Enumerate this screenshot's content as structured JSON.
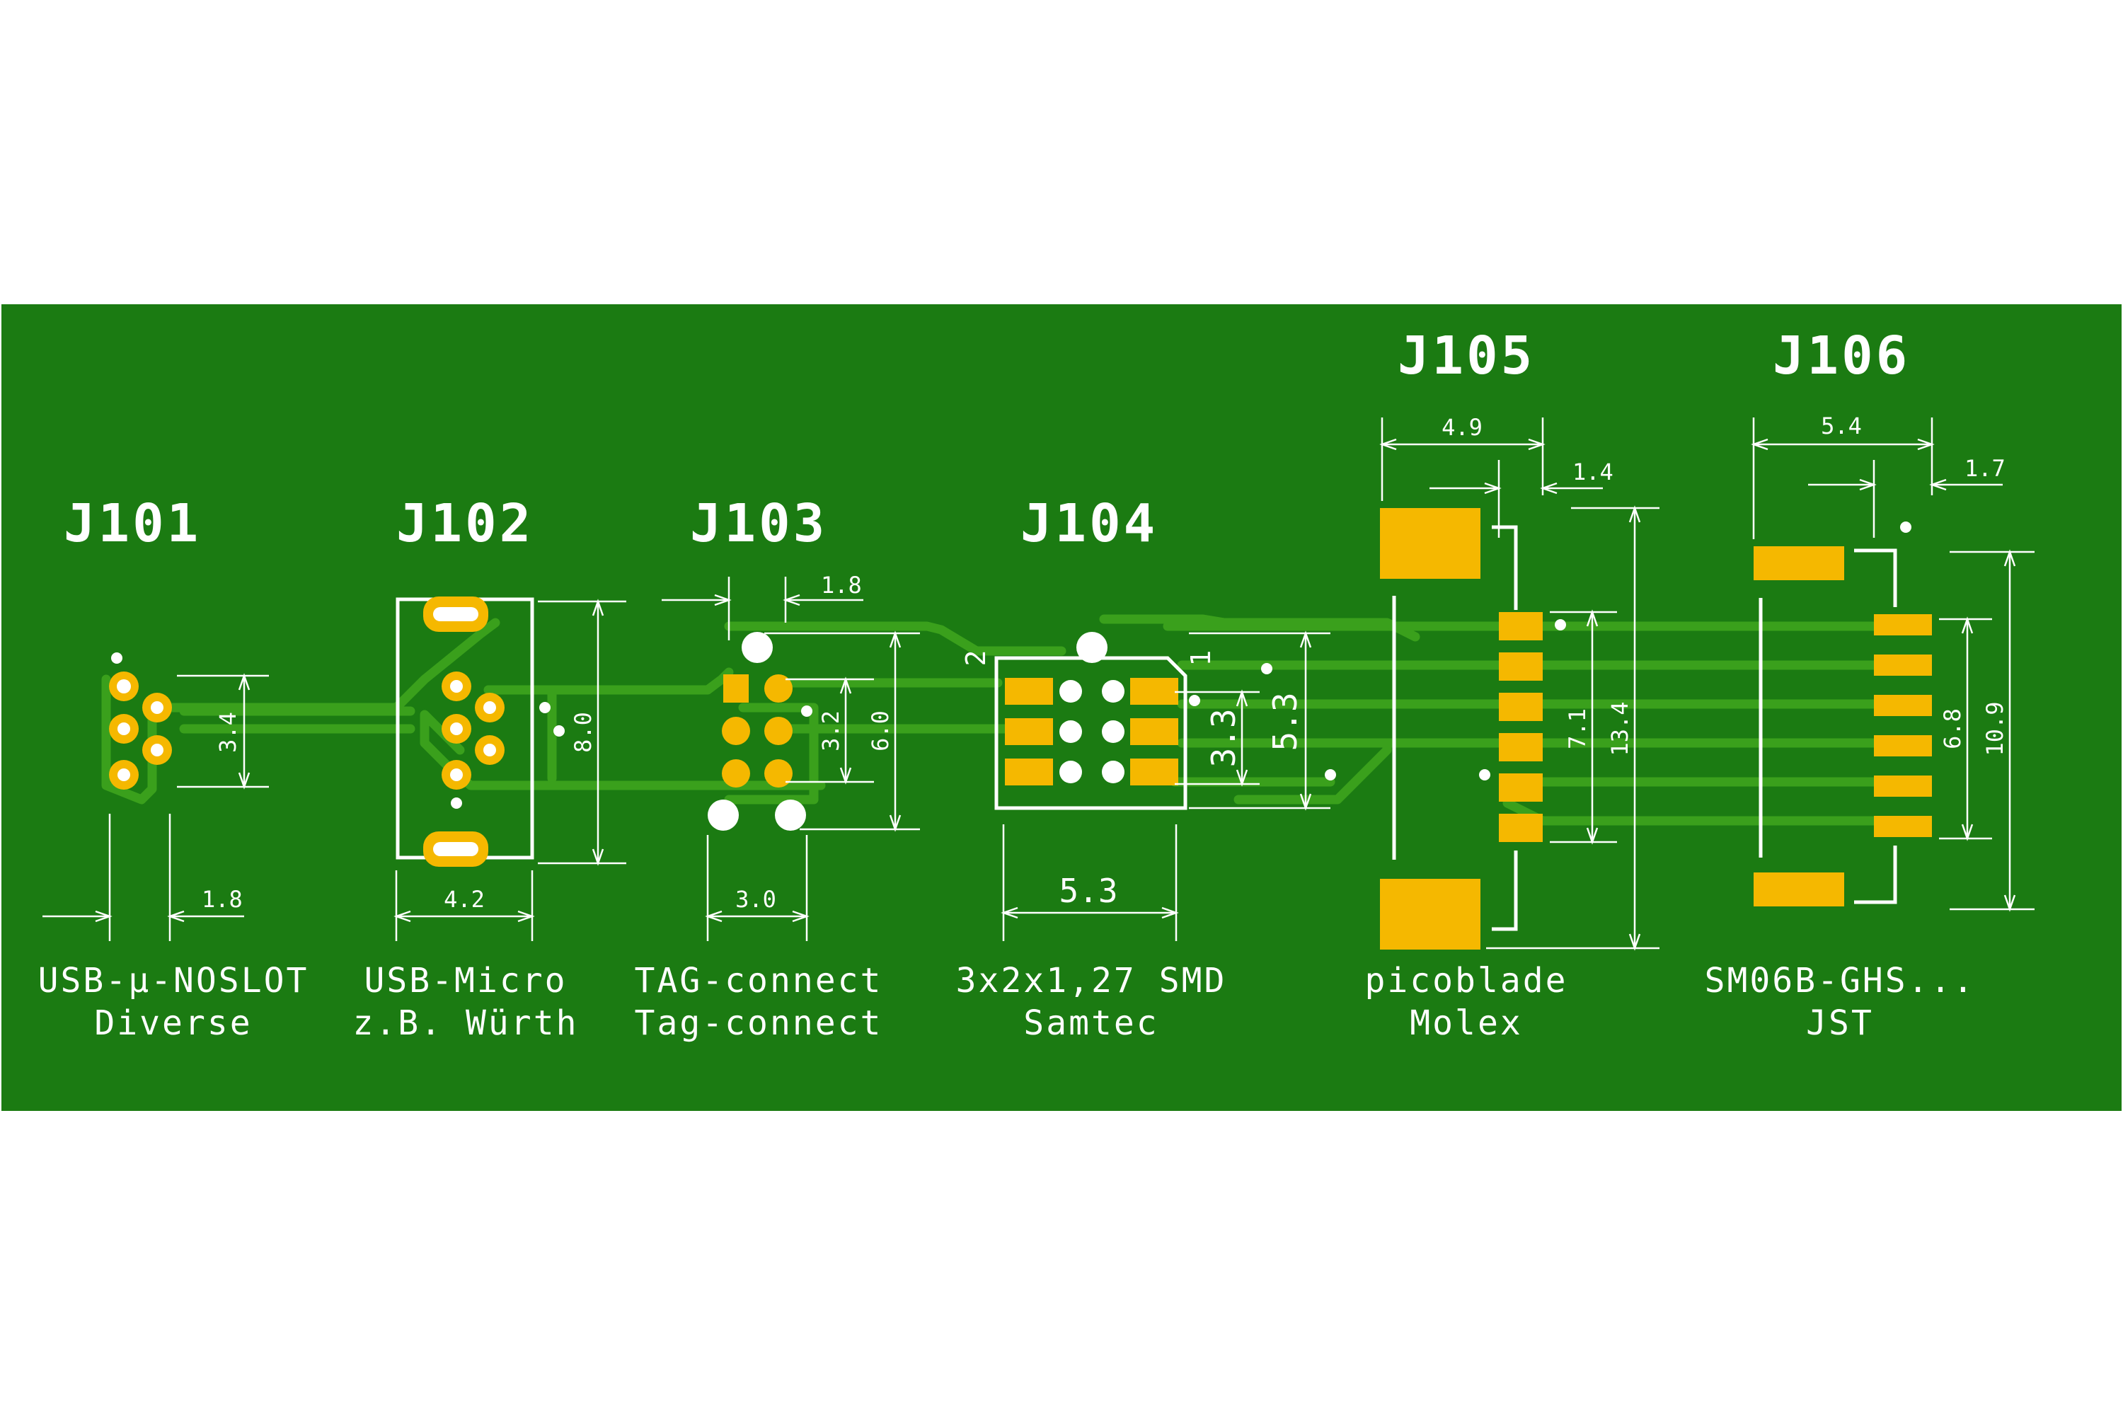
{
  "board": {
    "color": "#1b7b12",
    "trace_color": "#3aa01c",
    "pad_color": "#f5b800",
    "silk_color": "#ffffff"
  },
  "connectors": [
    {
      "ref": "J101",
      "line1": "USB-µ-NOSLOT",
      "line2": "Diverse",
      "dims": [
        "3.4",
        "1.8"
      ]
    },
    {
      "ref": "J102",
      "line1": "USB-Micro",
      "line2": "z.B. Würth",
      "dims": [
        "8.0",
        "4.2"
      ]
    },
    {
      "ref": "J103",
      "line1": "TAG-connect",
      "line2": "Tag-connect",
      "dims": [
        "1.8",
        "3.2",
        "6.0",
        "3.0"
      ]
    },
    {
      "ref": "J104",
      "line1": "3x2x1,27 SMD",
      "line2": "Samtec",
      "dims": [
        "3.3",
        "5.3",
        "5.3"
      ],
      "pins": [
        "2",
        "1"
      ]
    },
    {
      "ref": "J105",
      "line1": "picoblade",
      "line2": "Molex",
      "dims": [
        "4.9",
        "1.4",
        "7.1",
        "13.4"
      ]
    },
    {
      "ref": "J106",
      "line1": "SM06B-GHS...",
      "line2": "JST",
      "dims": [
        "5.4",
        "1.7",
        "6.8",
        "10.9"
      ]
    }
  ]
}
